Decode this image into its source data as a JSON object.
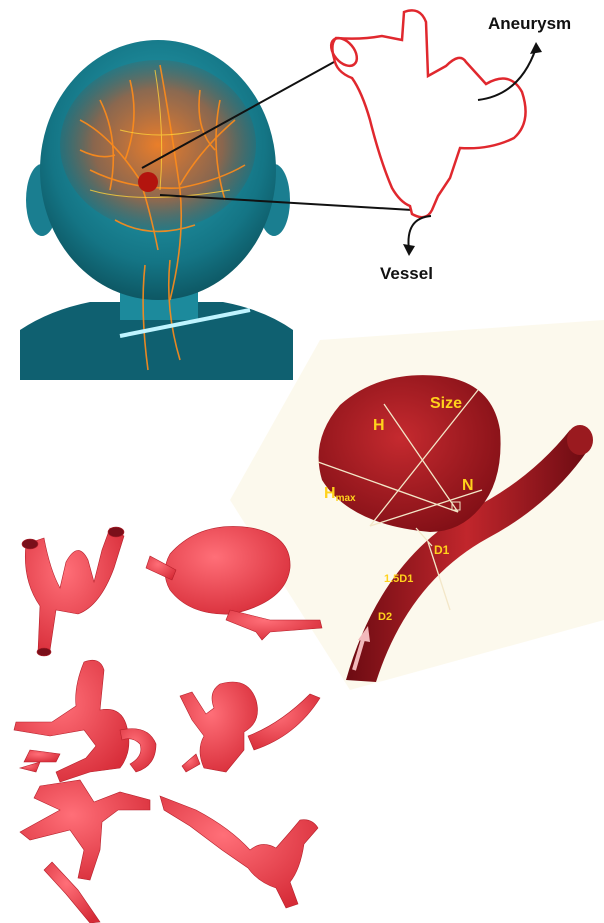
{
  "schematic": {
    "aneurysm_label": "Aneurysm",
    "vessel_label": "Vessel"
  },
  "measurement": {
    "size_label": "Size",
    "h_label": "H",
    "hmax_main": "H",
    "hmax_sub": "max",
    "n_label": "N",
    "d1_label": "D1",
    "one_five_d1_label": "1.5D1",
    "d2_label": "D2"
  },
  "colors": {
    "vessel_red": "#e0282e",
    "aneurysm_dark": "#8e0f17",
    "label_yellow": "#ffd21c",
    "scan_cyan": "#1a8fa3"
  }
}
